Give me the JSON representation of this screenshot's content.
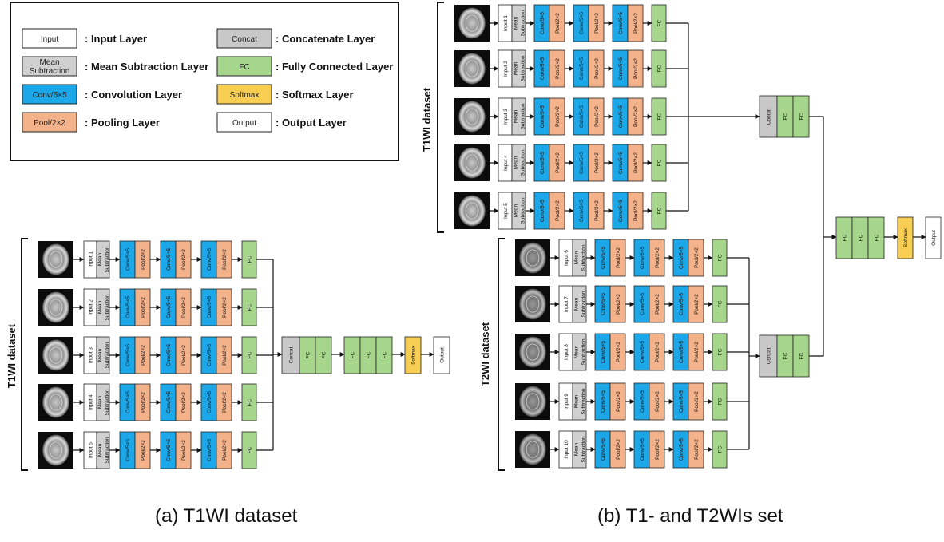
{
  "legend": {
    "items": [
      {
        "key": "input",
        "box": "Input",
        "label": ": Input Layer"
      },
      {
        "key": "mean",
        "box": "Mean Subtraction",
        "label": ": Mean Subtraction Layer"
      },
      {
        "key": "conv",
        "box": "Conv/5×5",
        "label": ": Convolution Layer"
      },
      {
        "key": "pool",
        "box": "Pool/2×2",
        "label": ": Pooling Layer"
      },
      {
        "key": "concat",
        "box": "Concat",
        "label": ": Concatenate Layer"
      },
      {
        "key": "fc",
        "box": "FC",
        "label": ": Fully Connected Layer"
      },
      {
        "key": "softmax",
        "box": "Softmax",
        "label": ": Softmax Layer"
      },
      {
        "key": "output",
        "box": "Output",
        "label": ": Output Layer"
      }
    ]
  },
  "colors": {
    "input": "#ffffff",
    "mean": "#d0d0d0",
    "conv": "#1ba7e8",
    "pool": "#f4b28a",
    "concat": "#c8c8c8",
    "fc": "#a6d58c",
    "softmax": "#f7cd52",
    "output": "#ffffff",
    "stroke": "#222222"
  },
  "layers": {
    "mean_line1": "Mean",
    "mean_line2": "Subtraction",
    "conv": "Conv/5×5",
    "pool": "Pool/2×2",
    "fc": "FC",
    "concat": "Concat",
    "softmax": "Softmax",
    "output": "Output"
  },
  "panel_a": {
    "dataset_label": "T1WI dataset",
    "inputs": [
      "Input 1",
      "Input 2",
      "Input 3",
      "Input 4",
      "Input 5"
    ],
    "caption": "(a) T1WI dataset"
  },
  "panel_b": {
    "t1_label": "T1WI dataset",
    "t2_label": "T2WI dataset",
    "t1_inputs": [
      "Input 1",
      "Input 2",
      "Input 3",
      "Input 4",
      "Input 5"
    ],
    "t2_inputs": [
      "Input 6",
      "Input 7",
      "Input 8",
      "Input 9",
      "Input 10"
    ],
    "caption": "(b)  T1- and T2WIs set"
  }
}
